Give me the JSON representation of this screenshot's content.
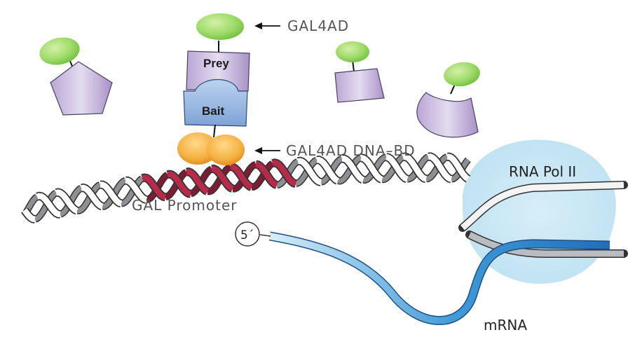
{
  "labels": {
    "gal4ad": "GAL4AD",
    "dna_bd": "GAL4AD DNA–BD",
    "promoter": "GAL Promoter",
    "rna_pol": "RNA Pol II",
    "mrna": "mRNA",
    "prey": "Prey",
    "bait": "Bait",
    "five_prime": "5´"
  },
  "colors": {
    "activation_domain": "#8fd15a",
    "prey_protein": "#c4b3dd",
    "bait_protein": "#90b2e0",
    "binding_domain": "#f3a83a",
    "promoter_dna": "#b62a4a",
    "dna_strand": "#ffffff",
    "dna_outline": "#333333",
    "polymerase": "#c8e6f3",
    "mrna": "#2a86cf"
  },
  "icons": [
    "gal4ad-ellipse",
    "prey-pentagon",
    "prey-rectangle",
    "prey-cup",
    "bait-block",
    "dna-binding-domain",
    "dna-double-helix",
    "rna-polymerase-blob",
    "mrna-strand",
    "arrow-left-icon"
  ]
}
